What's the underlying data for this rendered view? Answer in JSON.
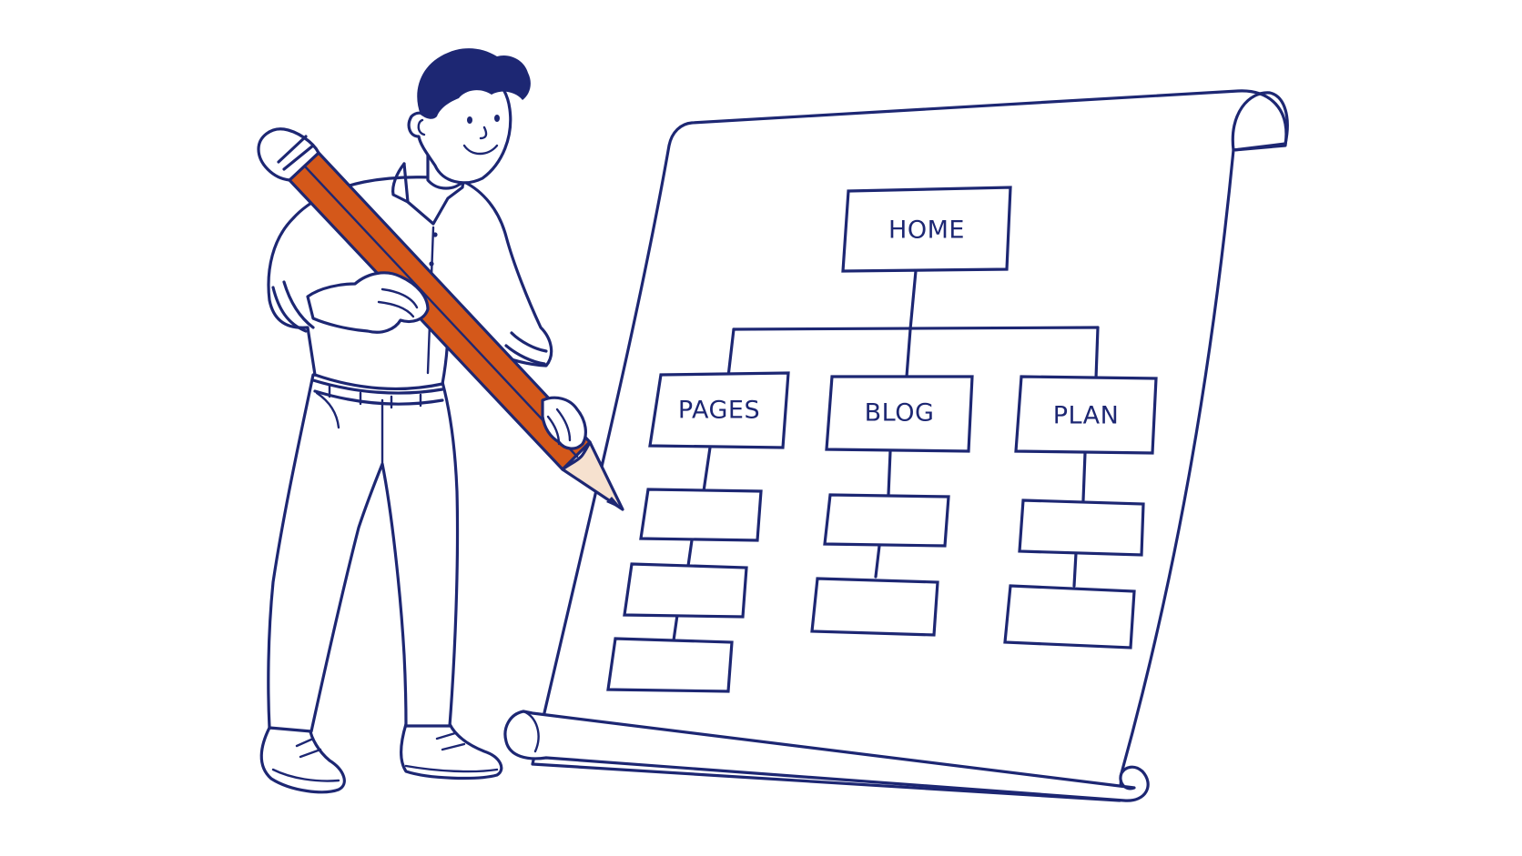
{
  "sitemap": {
    "root": {
      "label": "HOME"
    },
    "sections": [
      {
        "label": "PAGES",
        "subpages": 3
      },
      {
        "label": "BLOG",
        "subpages": 2
      },
      {
        "label": "PLAN",
        "subpages": 2
      }
    ]
  },
  "colors": {
    "ink": "#1d2773",
    "pencil": "#d4581a",
    "paper": "#ffffff"
  },
  "illustration": {
    "figure": "person-holding-pencil",
    "icons": [
      "pencil-icon",
      "paper-scroll-icon"
    ]
  }
}
